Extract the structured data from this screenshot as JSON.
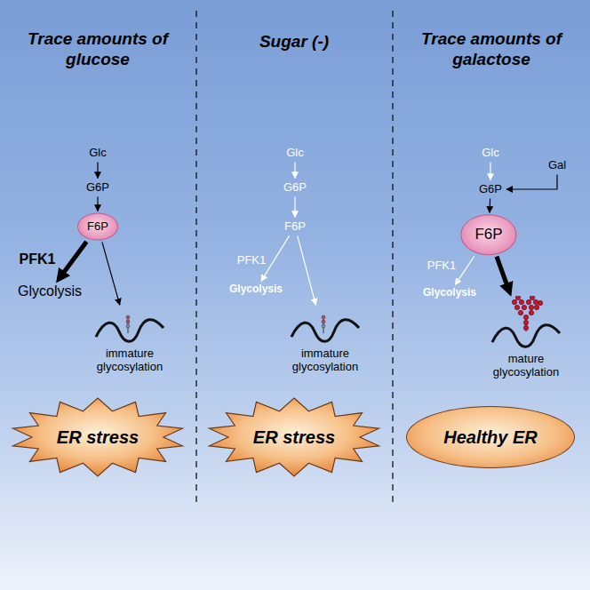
{
  "diagram": {
    "nodes": [
      {
        "text": [
          "Glc"
        ]
      },
      {
        "text": [
          "G6P"
        ]
      },
      {
        "text": [
          "F6P"
        ]
      },
      {
        "text": [
          "Glycolysis"
        ]
      },
      {
        "text": [
          "immature glycosylation"
        ]
      },
      {
        "text": [
          "ER stress"
        ]
      },
      {
        "text": [
          "Glc"
        ]
      },
      {
        "text": [
          "G6P"
        ]
      },
      {
        "text": [
          "F6P"
        ]
      },
      {
        "text": [
          "Glycolysis"
        ]
      },
      {
        "text": [
          "immature glycosylation"
        ]
      },
      {
        "text": [
          "ER stress"
        ]
      },
      {
        "text": [
          "Glc"
        ]
      },
      {
        "text": [
          "Gal"
        ]
      },
      {
        "text": [
          "G6P"
        ]
      },
      {
        "text": [
          "F6P"
        ]
      },
      {
        "text": [
          "Glycolysis"
        ]
      },
      {
        "text": [
          "mature glycosylation"
        ]
      },
      {
        "text": [
          "Healthy ER"
        ]
      }
    ],
    "edges": [
      {
        "from": 0,
        "to": 1,
        "arrow": "to"
      },
      {
        "from": 1,
        "to": 2,
        "arrow": "to"
      },
      {
        "from": 2,
        "to": 3,
        "label": "PFK1",
        "arrow": "to"
      },
      {
        "from": 2,
        "to": 4,
        "arrow": "to"
      },
      {
        "from": 6,
        "to": 7,
        "arrow": "to"
      },
      {
        "from": 7,
        "to": 8,
        "arrow": "to"
      },
      {
        "from": 8,
        "to": 9,
        "label": "PFK1",
        "arrow": "to"
      },
      {
        "from": 8,
        "to": 10,
        "arrow": "to"
      },
      {
        "from": 12,
        "to": 14,
        "arrow": "to"
      },
      {
        "from": 13,
        "to": 14,
        "arrow": "to"
      },
      {
        "from": 14,
        "to": 15,
        "arrow": "to"
      },
      {
        "from": 15,
        "to": 16,
        "label": "PFK1",
        "arrow": "to"
      },
      {
        "from": 15,
        "to": 17,
        "arrow": "to"
      }
    ],
    "labels": [
      "Trace amounts of glucose",
      "Sugar (-)",
      "Trace amounts of galactose"
    ]
  }
}
